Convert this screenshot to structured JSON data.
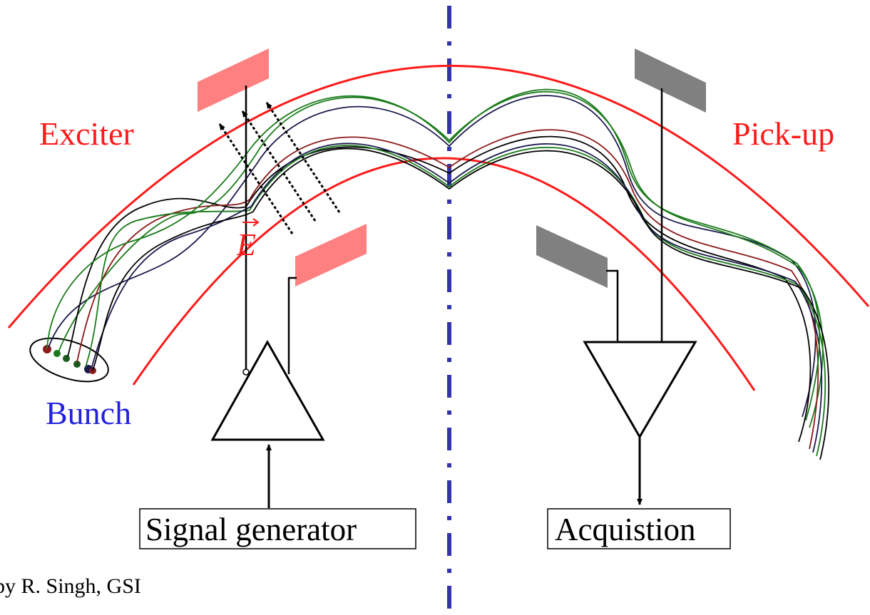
{
  "labels": {
    "exciter": "Exciter",
    "pickup": "Pick-up",
    "bunch": "Bunch",
    "efield": "E",
    "signal_generator": "Signal generator",
    "acquisition": "Acquistion",
    "credit": "by R. Singh, GSI"
  },
  "colors": {
    "beam_pipe": "#ff1a1a",
    "exciter_plate": "#ff8080",
    "pickup_plate": "#808080",
    "center_line": "#3333aa",
    "bunch_label": "#2222dd",
    "trace_green": "#1a7a1a",
    "trace_darkblue": "#1a1a4d",
    "trace_red": "#8b1a1a",
    "trace_black": "#000000"
  }
}
